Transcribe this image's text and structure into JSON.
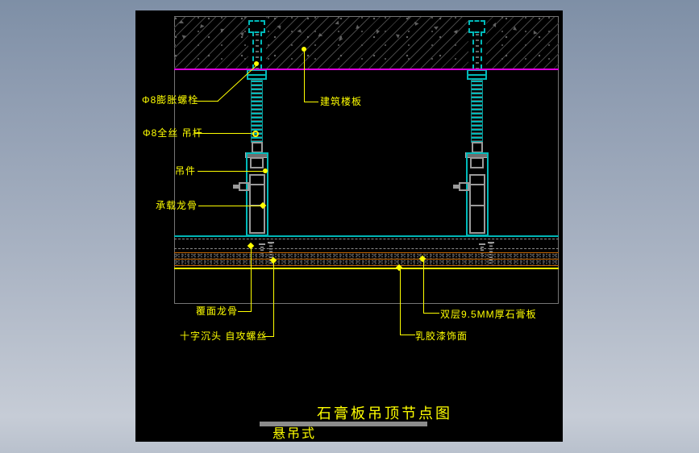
{
  "drawing": {
    "title": "石膏板吊顶节点图",
    "subtitle": "悬吊式",
    "labels": {
      "expansion_bolt": "Φ8膨胀螺栓",
      "hanger_rod": "Φ8全丝 吊杆",
      "building_slab": "建筑楼板",
      "hanger": "吊件",
      "carrier_keel": "承载龙骨",
      "facing_keel": "覆面龙骨",
      "self_tapping_screw": "十字沉头 自攻螺丝",
      "gypsum_board": "双层9.5MM厚石膏板",
      "latex_paint": "乳胶漆饰面"
    },
    "colors": {
      "annotation": "#ffff00",
      "slab_boundary_line": "#dd00dd",
      "steel_parts": "#00b9b9",
      "hardware": "#9a9a9a",
      "board_edge": "#c26400",
      "frame": "#757575",
      "canvas": "#000000"
    }
  }
}
